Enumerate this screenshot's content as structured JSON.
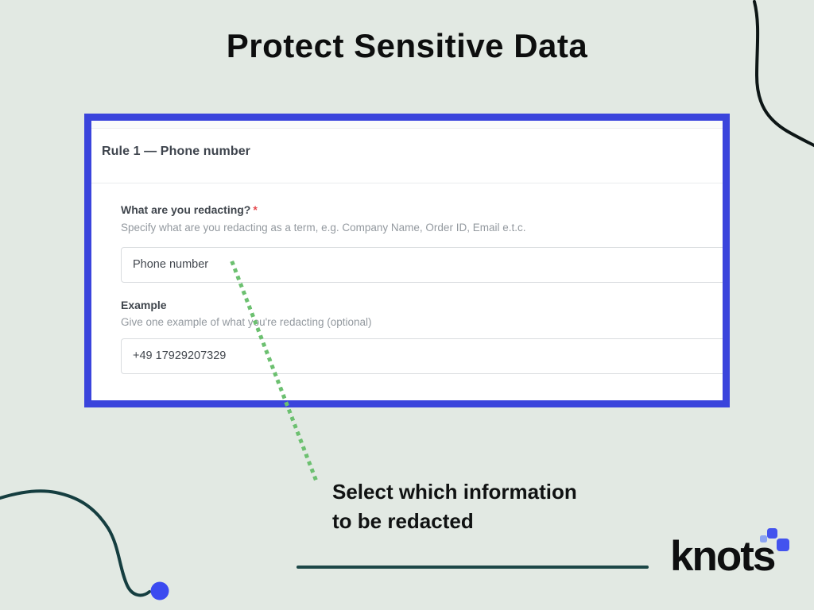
{
  "title": "Protect Sensitive Data",
  "card": {
    "header": "Rule 1 — Phone number",
    "fields": [
      {
        "label": "What are you redacting?",
        "required_mark": "*",
        "helper": "Specify what are you redacting as a term, e.g. Company Name, Order ID, Email e.t.c.",
        "value": "Phone number"
      },
      {
        "label": "Example",
        "required_mark": "",
        "helper": "Give one example of what you're redacting (optional)",
        "value": "+49 17929207329"
      }
    ]
  },
  "annotation": {
    "line1": "Select which information",
    "line2": "to be redacted"
  },
  "logo": {
    "text": "knots"
  },
  "colors": {
    "background": "#e2e9e3",
    "frame_blue": "#3a44dc",
    "dot_blue": "#3b4af0",
    "logo_blue": "#4353ee",
    "logo_light_blue": "#8ba4f2",
    "dotted_green": "#6cc070",
    "teal_line": "#1c4747",
    "required_red": "#e5484d"
  }
}
